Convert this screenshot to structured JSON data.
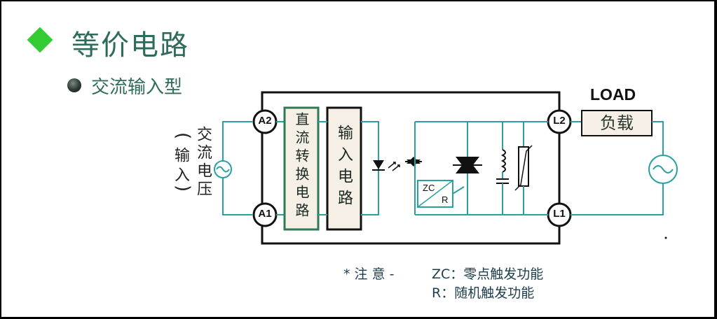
{
  "slide": {
    "title": "等价电路",
    "subtitle": "交流输入型"
  },
  "circuit": {
    "input_voltage_label": "交流电压",
    "input_paren_label": "输入",
    "box1_label": "直流转换电路",
    "box2_label": "输入电路",
    "load_title": "LOAD",
    "load_label": "负载",
    "terminals": {
      "a2": "A2",
      "a1": "A1",
      "l2": "L2",
      "l1": "L1"
    },
    "zc_label": "ZC",
    "r_label": "R"
  },
  "notes": {
    "prefix": "* 注 意 -",
    "zc_line": "ZC：零点触发功能",
    "r_line": "R：随机触发功能"
  },
  "colors": {
    "wire": "#2aa0a0",
    "box_fill": "#f6efe6",
    "box_border": "#2f7a55",
    "outline": "#111111",
    "accent_diamond": "#33cc33"
  }
}
